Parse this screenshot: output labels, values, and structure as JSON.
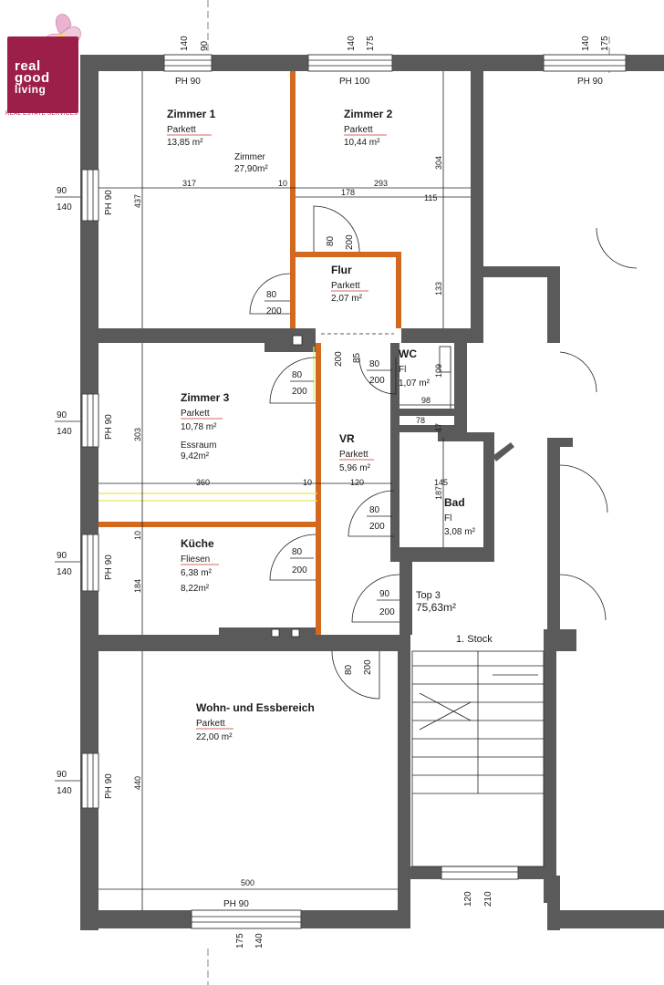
{
  "logo": {
    "line1": "real",
    "line2": "good",
    "line3": "living",
    "tagline": "REAL ESTATE SERVICES",
    "brand_color": "#9c1f4a",
    "icon": "orchid-flower-icon"
  },
  "rooms": {
    "zimmer1": {
      "name": "Zimmer 1",
      "floor": "Parkett",
      "area": "13,85 m²"
    },
    "zimmer_combined": {
      "label": "Zimmer",
      "area": "27,90m²"
    },
    "zimmer2": {
      "name": "Zimmer 2",
      "floor": "Parkett",
      "area": "10,44 m²"
    },
    "flur": {
      "name": "Flur",
      "floor": "Parkett",
      "area": "2,07 m²"
    },
    "wc": {
      "name": "WC",
      "floor": "Fl",
      "area": "1,07 m²"
    },
    "zimmer3": {
      "name": "Zimmer 3",
      "floor": "Parkett",
      "area": "10,78 m²"
    },
    "essraum": {
      "label": "Essraum",
      "area": "9,42m²"
    },
    "vr": {
      "name": "VR",
      "floor": "Parkett",
      "area": "5,96 m²"
    },
    "bad": {
      "name": "Bad",
      "floor": "Fl",
      "area": "3,08 m²"
    },
    "kueche": {
      "name": "Küche",
      "floor": "Fliesen",
      "area": "6,38 m²",
      "area2": "8,22m²"
    },
    "top3": {
      "name": "Top 3",
      "area": "75,63m²"
    },
    "stock": {
      "label": "1. Stock"
    },
    "wohn": {
      "name": "Wohn- und Essbereich",
      "floor": "Parkett",
      "area": "22,00 m²"
    }
  },
  "windows": {
    "top1": {
      "w": "140",
      "h": "90",
      "ph": "PH 90"
    },
    "top2": {
      "w": "140",
      "h": "175",
      "ph": "PH 100"
    },
    "top3": {
      "w": "140",
      "h": "175",
      "ph": "PH 90"
    },
    "left1": {
      "w": "90",
      "h": "140",
      "ph": "PH 90"
    },
    "left2": {
      "w": "90",
      "h": "140",
      "ph": "PH 90"
    },
    "left3": {
      "w": "90",
      "h": "140",
      "ph": "PH 90"
    },
    "left4": {
      "w": "90",
      "h": "140",
      "ph": "PH 90"
    },
    "bottom": {
      "w": "175",
      "h": "140",
      "ph": "PH 90"
    },
    "stair": {
      "w": "120",
      "h": "210"
    }
  },
  "doors": {
    "zimmer2_door": {
      "w": "80",
      "h": "200"
    },
    "zimmer1_door": {
      "w": "80",
      "h": "200"
    },
    "flur_bottom": {
      "w": "200",
      "h": "85"
    },
    "wc_door": {
      "w": "80",
      "h": "200"
    },
    "zimmer3_door": {
      "w": "80",
      "h": "200"
    },
    "vr_door": {
      "w": "80",
      "h": "200"
    },
    "kueche_door": {
      "w": "80",
      "h": "200"
    },
    "entry_door": {
      "w": "90",
      "h": "200"
    },
    "wohn_door": {
      "w": "80",
      "h": "200"
    }
  },
  "dimensions": {
    "d317": "317",
    "d10a": "10",
    "d293": "293",
    "d178": "178",
    "d115": "115",
    "d437": "437",
    "d304": "304",
    "d133": "133",
    "d109": "109",
    "d98": "98",
    "d78": "78",
    "d47": "47",
    "d303": "303",
    "d360": "360",
    "d10b": "10",
    "d120": "120",
    "d145": "145",
    "d187": "187",
    "d10c": "10",
    "d184": "184",
    "d440": "440",
    "d500": "500"
  }
}
